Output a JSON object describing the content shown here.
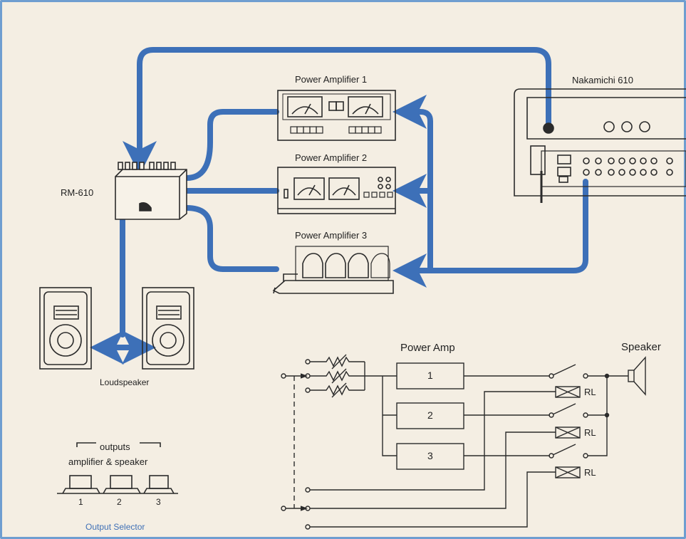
{
  "labels": {
    "power_amplifier_1": "Power Amplifier 1",
    "power_amplifier_2": "Power Amplifier 2",
    "power_amplifier_3": "Power Amplifier 3",
    "nakamichi": "Nakamichi 610",
    "rm610": "RM-610",
    "loudspeaker": "Loudspeaker"
  },
  "selector": {
    "outputs": "outputs",
    "amp_speaker": "amplifier & speaker",
    "buttons": [
      "1",
      "2",
      "3"
    ],
    "caption": "Output Selector"
  },
  "circuit": {
    "power_amp": "Power Amp",
    "speaker": "Speaker",
    "amps": [
      "1",
      "2",
      "3"
    ],
    "relays": [
      "RL",
      "RL",
      "RL"
    ]
  },
  "colors": {
    "cable": "#3d70b8",
    "frame": "#6f9ed0",
    "line": "#2b2b2b"
  }
}
